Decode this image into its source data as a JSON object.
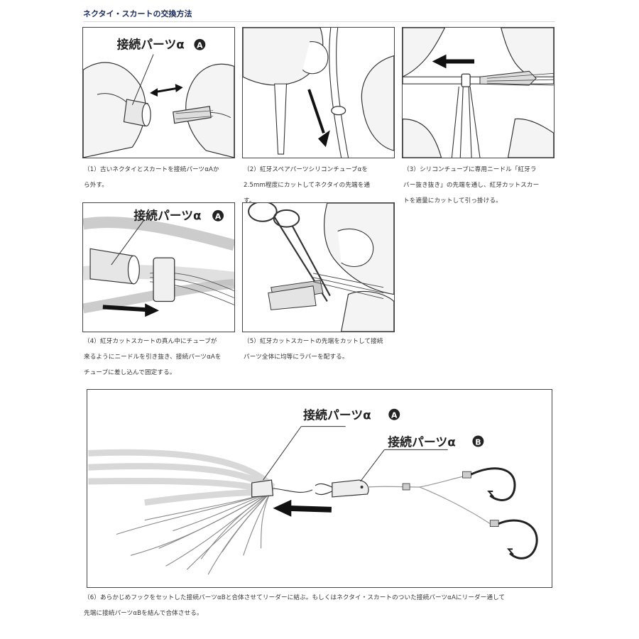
{
  "title": "ネクタイ・スカートの交換方法",
  "labels": {
    "connector_a": "接続パーツα",
    "connector_b": "接続パーツα",
    "badge_a": "A",
    "badge_b": "B"
  },
  "steps": [
    {
      "caption_lines": [
        "（1）古いネクタイとスカートを接続パーツαAか",
        "ら外す。"
      ]
    },
    {
      "caption_lines": [
        "（2）紅牙スペアパーツシリコンチューブαを",
        "2.5mm程度にカットしてネクタイの先端を通",
        "す。"
      ]
    },
    {
      "caption_lines": [
        "（3）シリコンチューブに専用ニードル「紅牙ラ",
        "バー抜き抜き」の先端を通し、紅牙カットスカー",
        "トを適量にカットして引っ掛ける。"
      ]
    },
    {
      "caption_lines": [
        "（4）紅牙カットスカートの真ん中にチューブが",
        "来るようにニードルを引き抜き、接続パーツαAを",
        "チューブに差し込んで固定する。"
      ]
    },
    {
      "caption_lines": [
        "（5）紅牙カットスカートの先端をカットして接続",
        "パーツ全体に均等にラバーを配する。"
      ]
    }
  ],
  "final_step": {
    "caption_lines": [
      "（6）あらかじめフックをセットした接続パーツαBと合体させてリーダーに結ぶ。もしくはネクタイ・スカートのついた接続パーツαAにリーダー通して",
      "先端に接続パーツαBを結んで合体させる。"
    ]
  }
}
